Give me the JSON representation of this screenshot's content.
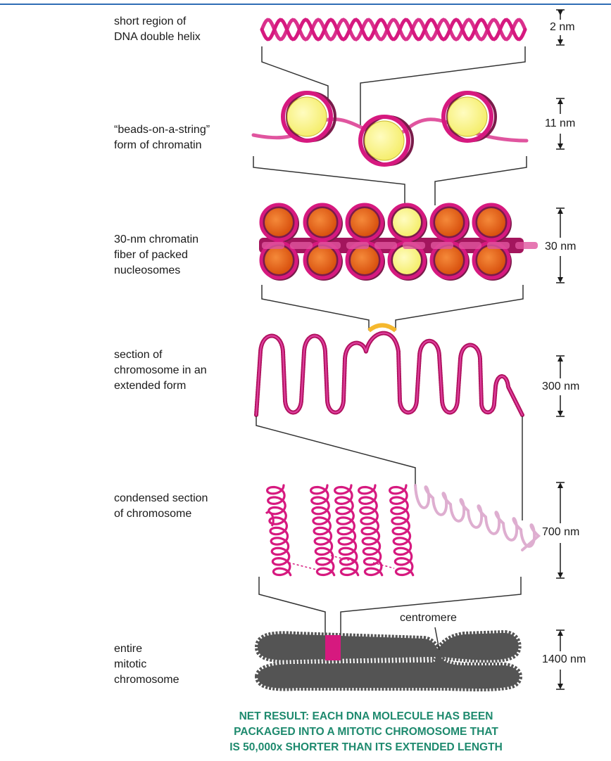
{
  "labels": {
    "dna": [
      "short region of",
      "DNA double helix"
    ],
    "beads": [
      "“beads-on-a-string”",
      "form of chromatin"
    ],
    "fiber": [
      "30-nm chromatin",
      "fiber of packed",
      "nucleosomes"
    ],
    "extended": [
      "section of",
      "chromosome in an",
      "extended form"
    ],
    "condensed": [
      "condensed section",
      "of chromosome"
    ],
    "mitotic": [
      "entire",
      "mitotic",
      "chromosome"
    ]
  },
  "scales": {
    "dna": "2 nm",
    "beads": "11 nm",
    "fiber": "30 nm",
    "extended": "300 nm",
    "condensed": "700 nm",
    "mitotic": "1400 nm"
  },
  "centromere_label": "centromere",
  "net_result": [
    "NET RESULT: EACH DNA MOLECULE HAS BEEN",
    "PACKAGED INTO A MITOTIC CHROMOSOME THAT",
    "IS 50,000x SHORTER THAN ITS EXTENDED LENGTH"
  ],
  "colors": {
    "dna": "#d6197f",
    "bead_core": "#fbf58d",
    "fiber_core": "#e8621c",
    "chromosome": "#545454",
    "net_text": "#1e8a6e",
    "highlight": "#f5b82e"
  }
}
